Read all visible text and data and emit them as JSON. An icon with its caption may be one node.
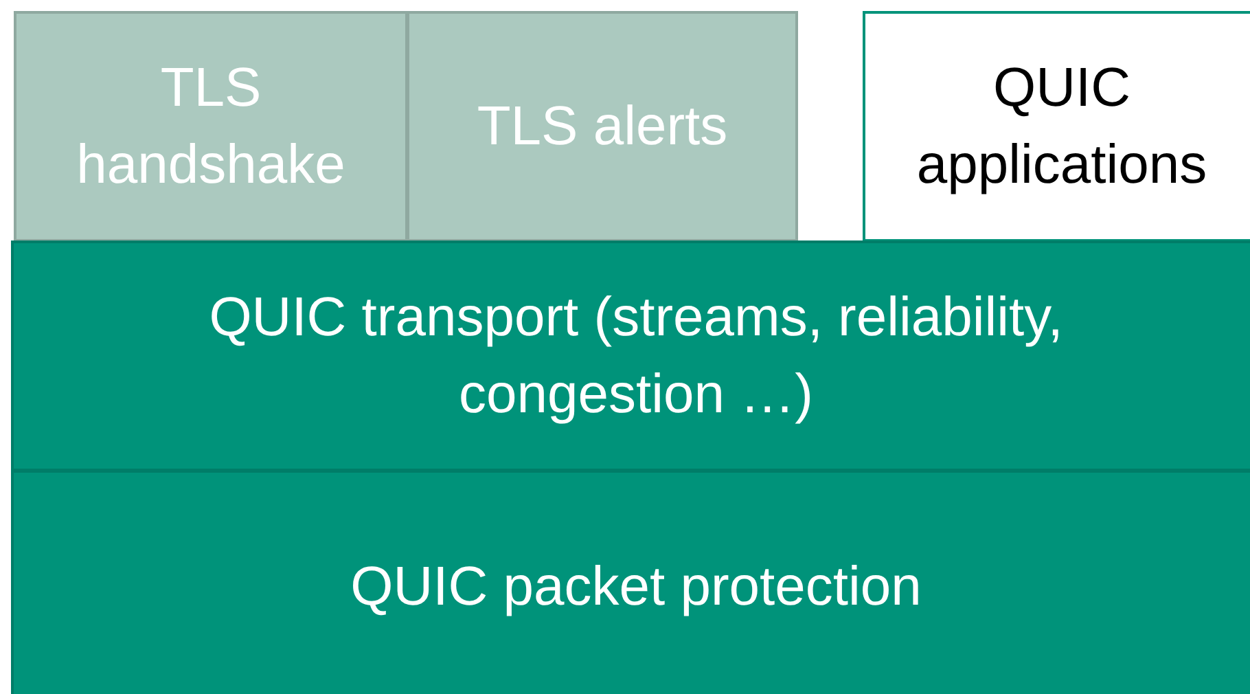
{
  "diagram": {
    "nodes": [
      {
        "text": [
          "TLS handshake"
        ]
      },
      {
        "text": [
          "TLS alerts"
        ]
      },
      {
        "text": [
          "QUIC applications"
        ]
      },
      {
        "text": [
          "QUIC transport (streams, reliability, congestion …)"
        ]
      },
      {
        "text": [
          "QUIC packet protection"
        ]
      }
    ]
  }
}
